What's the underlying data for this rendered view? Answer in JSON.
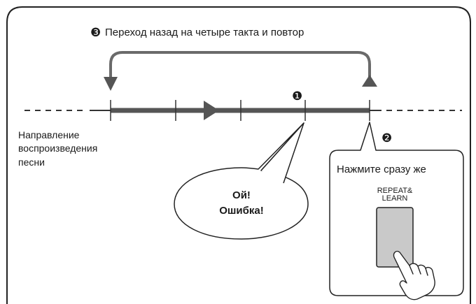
{
  "step3": {
    "number": "❸",
    "text": "Переход назад на четыре такта и повтор"
  },
  "marker1": {
    "number": "❶"
  },
  "marker2": {
    "number": "❷"
  },
  "direction_label": {
    "line1": "Направление",
    "line2": "воспроизведения",
    "line3": "песни"
  },
  "speech_bubble": {
    "line1": "Ой!",
    "line2": "Ошибка!"
  },
  "callout": {
    "title": "Нажмите сразу же",
    "button_label_line1": "REPEAT&",
    "button_label_line2": "LEARN"
  },
  "colors": {
    "frame": "#222222",
    "track": "#555555",
    "loop": "#6a6a6a",
    "button_fill": "#c9c9c9",
    "bubble_fill": "#ffffff"
  }
}
